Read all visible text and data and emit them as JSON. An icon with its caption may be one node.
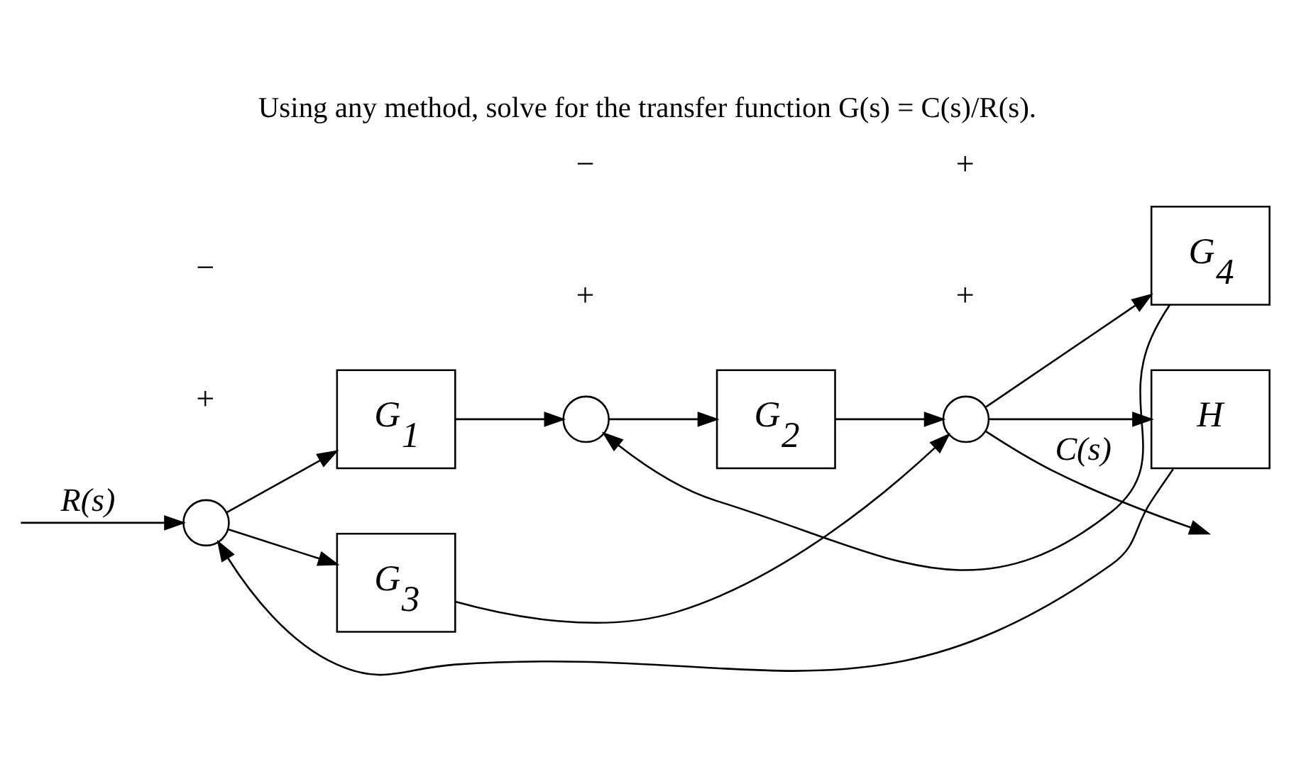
{
  "diagram": {
    "title": "Using any method, solve for the transfer function G(s) = C(s)/R(s).",
    "nodes": [
      {
        "text": [],
        "shape": "circle"
      },
      {
        "text": [
          "G$_{1}$"
        ]
      },
      {
        "text": [],
        "shape": "circle"
      },
      {
        "text": [
          "G$_{2}$"
        ]
      },
      {
        "text": [],
        "shape": "circle"
      },
      {
        "text": [
          "G$_{3}$"
        ]
      },
      {
        "text": [
          "G$_{4}$"
        ]
      },
      {
        "text": [
          "H"
        ]
      }
    ],
    "edges": [
      {
        "from": null,
        "to": 0,
        "arrow": "to",
        "label": "R(s)"
      },
      {
        "from": 0,
        "to": 1,
        "arrow": "to"
      },
      {
        "from": 0,
        "to": 5,
        "arrow": "to"
      },
      {
        "from": 1,
        "to": 2,
        "arrow": "to"
      },
      {
        "from": 2,
        "to": 3,
        "arrow": "to"
      },
      {
        "from": 3,
        "to": 4,
        "arrow": "to"
      },
      {
        "from": 5,
        "to": 4,
        "arrow": "to"
      },
      {
        "from": 4,
        "to": null,
        "arrow": "to",
        "label": "C(s)"
      },
      {
        "from": 4,
        "to": 6,
        "arrow": "to"
      },
      {
        "from": 6,
        "to": 2,
        "arrow": "to"
      },
      {
        "from": 4,
        "to": 7,
        "arrow": "to"
      },
      {
        "from": 7,
        "to": 0,
        "arrow": "to"
      }
    ],
    "labels": [
      "+",
      "−",
      "+",
      "−",
      "+",
      "+"
    ]
  }
}
